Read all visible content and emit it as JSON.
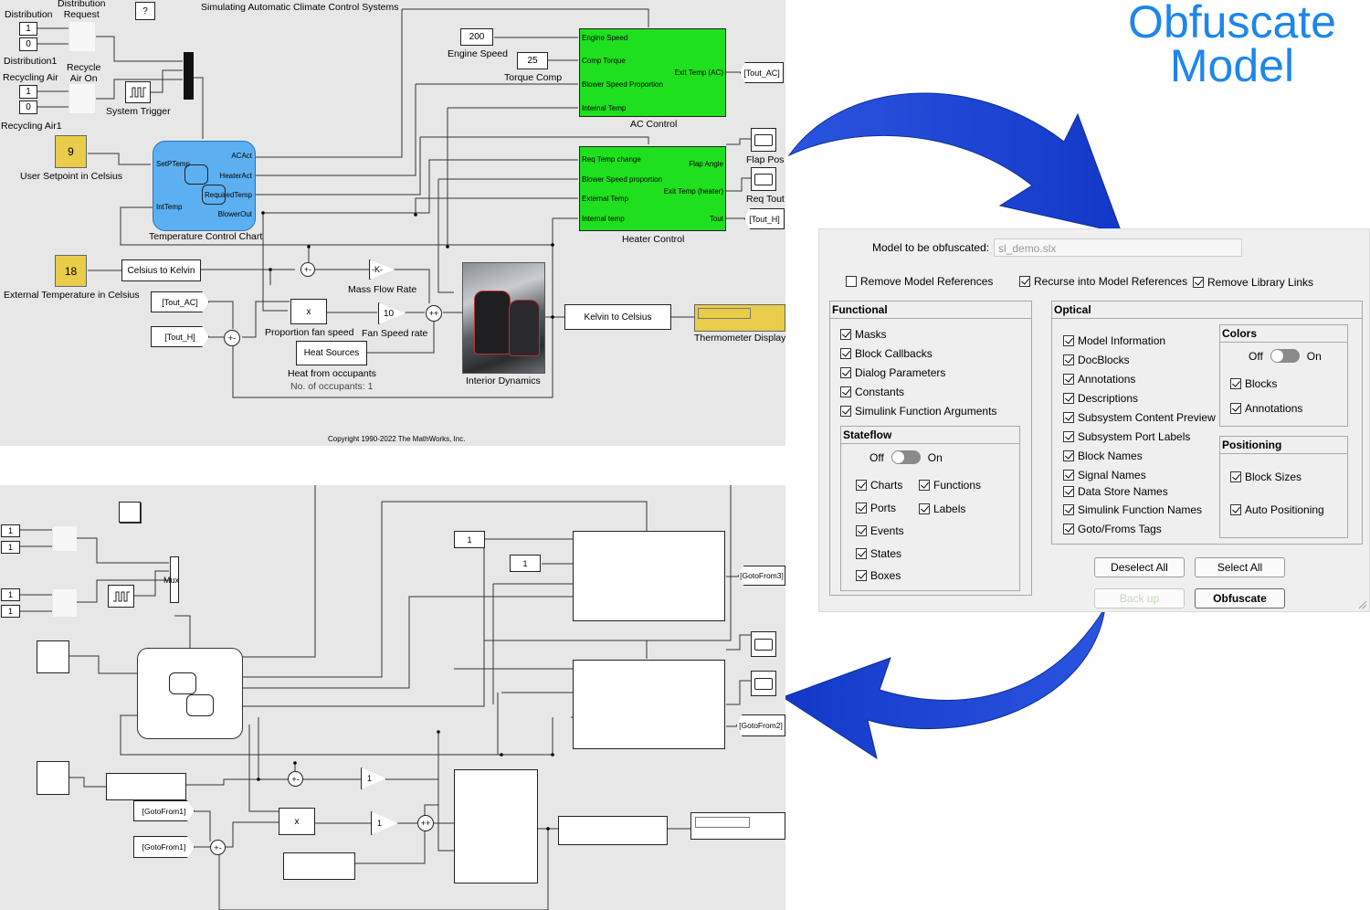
{
  "title": {
    "line1": "Obfuscate",
    "line2": "Model"
  },
  "original": {
    "annotation_title": "Simulating Automatic Climate Control Systems",
    "help_button": "?",
    "copyright": "Copyright 1990-2022 The MathWorks, Inc.",
    "constants": {
      "dist1": "1",
      "dist0": "0",
      "rec1": "1",
      "rec0": "0",
      "engine_speed": "200",
      "comp_torque": "25",
      "user_setpoint": "9",
      "ext_temp": "18"
    },
    "labels": {
      "distribution": "Distribution",
      "distribution_request": "Distribution\nRequest",
      "distribution1": "Distribution1",
      "recycling_air": "Recycling Air",
      "recycle_air_on": "Recycle\nAir On",
      "recycling_air1": "Recycling Air1",
      "system_trigger": "System Trigger",
      "engine_speed": "Engine Speed",
      "torque_comp": "Torque Comp",
      "ac_control": "AC Control",
      "user_setpoint": "User Setpoint in Celsius",
      "temp_chart": "Temperature Control Chart",
      "heater_control": "Heater Control",
      "flap_pos": "Flap Pos",
      "req_tout": "Req Tout",
      "external_temp": "External Temperature in Celsius",
      "mass_flow_rate": "Mass Flow Rate",
      "proportion_fan": "Proportion fan speed",
      "fan_speed_rate": "Fan Speed rate",
      "heat_from_occupants": "Heat from occupants",
      "no_occupants": "No. of occupants: 1",
      "interior_dynamics": "Interior Dynamics",
      "thermometer_display": "Thermometer Display"
    },
    "blocks": {
      "celsius_to_kelvin": "Celsius to Kelvin",
      "gain_k": "-K-",
      "product_x": "x",
      "gain_10": "10",
      "heat_sources": "Heat Sources",
      "kelvin_to_celsius": "Kelvin to Celsius",
      "tout_ac_from": "[Tout_AC]",
      "tout_h_from": "[Tout_H]",
      "tout_ac_goto": "[Tout_AC]",
      "tout_h_goto": "[Tout_H]"
    },
    "ports": {
      "ac_in": [
        "Engine Speed",
        "Comp Torque",
        "Blower Speed Proportion",
        "Internal Temp"
      ],
      "ac_out": "Exit Temp (AC)",
      "heater_in": [
        "Req Temp change",
        "Blower Speed proportion",
        "External Temp",
        "Internal temp"
      ],
      "heater_out": [
        "Flap Angle",
        "Exit Temp (heater)",
        "Tout"
      ],
      "chart_in": [
        "SetPTemp",
        "IntTemp"
      ],
      "chart_out": [
        "ACAct",
        "HeaterAct",
        "RequiredTemp",
        "BlowerOut"
      ]
    }
  },
  "obfuscated": {
    "constants": {
      "c1": "1",
      "c2": "1",
      "c3": "1",
      "c4": "1",
      "c5": "1",
      "c6": "1"
    },
    "mux": "Mux",
    "gotos": {
      "g3": "[GotoFrom3]",
      "g2": "[GotoFrom2]",
      "f1a": "[GotoFrom1]",
      "f1b": "[GotoFrom1]"
    },
    "product_x": "x",
    "gain_a": "1",
    "gain_b": "1"
  },
  "dialog": {
    "model_label": "Model to be obfuscated:",
    "model_value": "sl_demo.slx",
    "top_options": [
      {
        "label": "Remove Model References",
        "checked": false
      },
      {
        "label": "Recurse into Model References",
        "checked": true
      },
      {
        "label": "Remove Library Links",
        "checked": true
      }
    ],
    "functional": {
      "title": "Functional",
      "items": [
        {
          "label": "Masks",
          "checked": true
        },
        {
          "label": "Block Callbacks",
          "checked": true
        },
        {
          "label": "Dialog Parameters",
          "checked": true
        },
        {
          "label": "Constants",
          "checked": true
        },
        {
          "label": "Simulink Function Arguments",
          "checked": true
        }
      ],
      "stateflow": {
        "title": "Stateflow",
        "off": "Off",
        "on": "On",
        "items": [
          {
            "label": "Charts",
            "checked": true
          },
          {
            "label": "Functions",
            "checked": true
          },
          {
            "label": "Ports",
            "checked": true
          },
          {
            "label": "Labels",
            "checked": true
          },
          {
            "label": "Events",
            "checked": true
          },
          {
            "label": "States",
            "checked": true
          },
          {
            "label": "Boxes",
            "checked": true
          }
        ]
      }
    },
    "optical": {
      "title": "Optical",
      "items": [
        {
          "label": "Model Information",
          "checked": true
        },
        {
          "label": "DocBlocks",
          "checked": true
        },
        {
          "label": "Annotations",
          "checked": true
        },
        {
          "label": "Descriptions",
          "checked": true
        },
        {
          "label": "Subsystem Content Preview",
          "checked": true
        },
        {
          "label": "Subsystem Port Labels",
          "checked": true
        },
        {
          "label": "Block Names",
          "checked": true
        },
        {
          "label": "Signal Names",
          "checked": true
        },
        {
          "label": "Data Store Names",
          "checked": true
        },
        {
          "label": "Simulink Function Names",
          "checked": true
        },
        {
          "label": "Goto/Froms Tags",
          "checked": true
        }
      ],
      "colors": {
        "title": "Colors",
        "off": "Off",
        "on": "On",
        "items": [
          {
            "label": "Blocks",
            "checked": true
          },
          {
            "label": "Annotations",
            "checked": true
          }
        ]
      },
      "positioning": {
        "title": "Positioning",
        "items": [
          {
            "label": "Block Sizes",
            "checked": true
          },
          {
            "label": "Auto Positioning",
            "checked": true
          }
        ]
      }
    },
    "buttons": {
      "deselect_all": "Deselect All",
      "select_all": "Select All",
      "back_up": "Back up",
      "obfuscate": "Obfuscate"
    }
  },
  "colors": {
    "accent": "#1e86ea",
    "arrow": "#1a46d8",
    "subsystem": "#1ee01e",
    "constant": "#e8cc4a",
    "chart": "#5cb0f2"
  }
}
